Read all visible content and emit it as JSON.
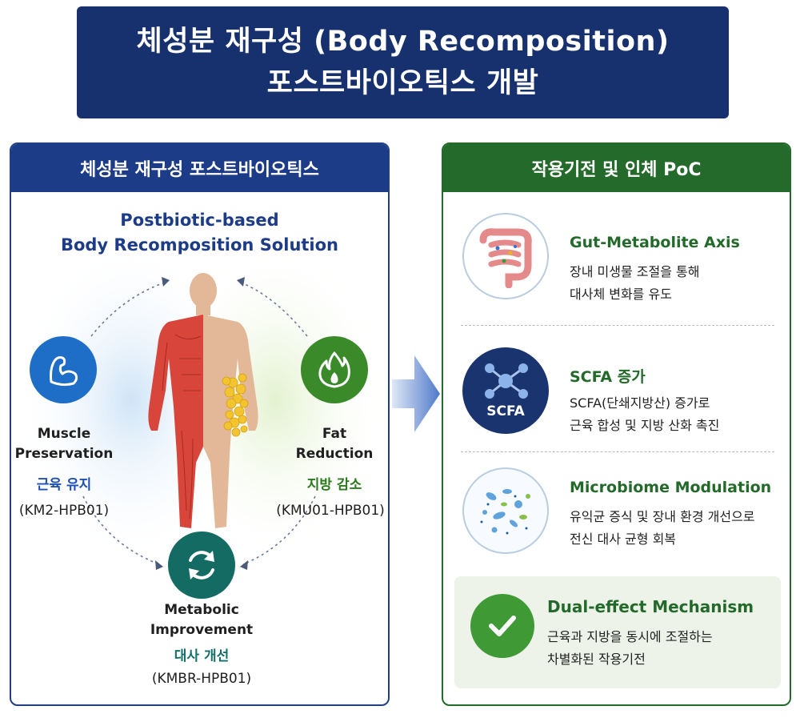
{
  "title": {
    "line1": "체성분 재구성 (Body Recomposition)",
    "line2": "포스트바이오틱스 개발"
  },
  "left_panel": {
    "header": "체성분 재구성 포스트바이오틱스",
    "subtitle_line1": "Postbiotic-based",
    "subtitle_line2": "Body Recomposition Solution",
    "muscle": {
      "label_line1": "Muscle",
      "label_line2": "Preservation",
      "korean": "근육 유지",
      "code": "(KM2-HPB01)",
      "color": "#1e6ec8"
    },
    "fat": {
      "label_line1": "Fat",
      "label_line2": "Reduction",
      "korean": "지방 감소",
      "code": "(KMU01-HPB01)",
      "color": "#3a8a2a"
    },
    "metabolic": {
      "label_line1": "Metabolic",
      "label_line2": "Improvement",
      "korean": "대사 개선",
      "code": "(KMBR-HPB01)",
      "color": "#136b63"
    }
  },
  "right_panel": {
    "header": "작용기전 및 인체 PoC",
    "items": [
      {
        "title": "Gut-Metabolite Axis",
        "desc_line1": "장내 미생물 조절을 통해",
        "desc_line2": "대사체 변화를 유도",
        "icon": "intestine-icon"
      },
      {
        "title": "SCFA 증가",
        "desc_line1": "SCFA(단쇄지방산) 증가로",
        "desc_line2": "근육 합성 및 지방 산화 촉진",
        "icon": "scfa-molecule-icon",
        "icon_text": "SCFA"
      },
      {
        "title": "Microbiome Modulation",
        "desc_line1": "유익균 증식 및 장내 환경 개선으로",
        "desc_line2": "전신 대사 균형 회복",
        "icon": "microbiome-icon"
      }
    ],
    "dual": {
      "title": "Dual-effect Mechanism",
      "desc_line1": "근육과 지방을 동시에 조절하는",
      "desc_line2": "차별화된 작용기전",
      "icon": "checkmark-icon"
    }
  },
  "colors": {
    "navy": "#17306e",
    "blue_header": "#1d3c87",
    "green_header": "#246a2b",
    "accent_green": "#236a2a"
  }
}
